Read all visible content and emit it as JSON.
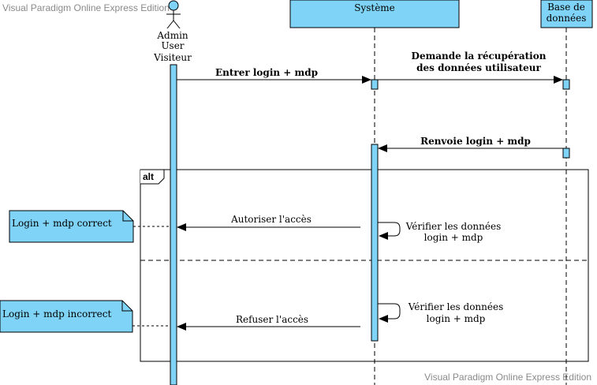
{
  "watermark": {
    "top": "Visual Paradigm Online Express Edition",
    "bottom": "Visual Paradigm Online Express Edition"
  },
  "actor": {
    "lines": [
      "Admin",
      "User",
      "Visiteur"
    ]
  },
  "lifelines": {
    "system": "Système",
    "database": [
      "Base de",
      "données"
    ]
  },
  "messages": {
    "m1": "Entrer login + mdp",
    "m2": [
      "Demande la récupération",
      "des données utilisateur"
    ],
    "m3": "Renvoie login + mdp",
    "m4": "Autoriser l'accès",
    "m5": [
      "Vérifier les données",
      "login + mdp"
    ],
    "m6": [
      "Vérifier les données",
      "login + mdp"
    ],
    "m7": "Refuser l'accès"
  },
  "fragment": {
    "label": "alt"
  },
  "notes": {
    "correct": "Login + mdp correct",
    "incorrect": "Login + mdp incorrect"
  },
  "colors": {
    "fill": "#7fd3f7",
    "stroke": "#000000"
  }
}
